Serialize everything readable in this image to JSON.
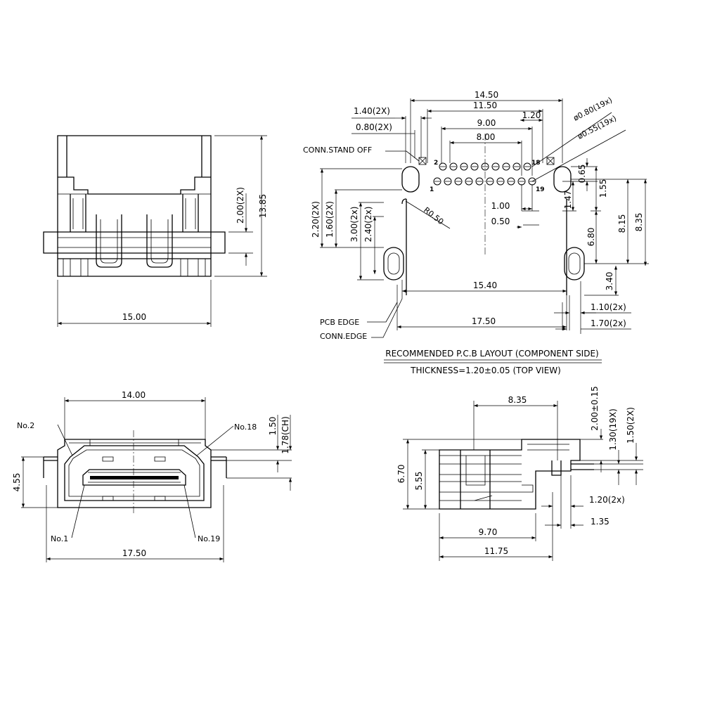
{
  "top_left_view": {
    "width": "15.00",
    "height": "13.85",
    "pitch": "2.00(2X)"
  },
  "pcb_layout": {
    "width_overall": "14.50",
    "width_inner": "11.50",
    "pin_span_a": "9.00",
    "pin_span_b": "8.00",
    "pin_offset": "1.20",
    "hole_a": "1.40(2X)",
    "hole_b": "0.80(2X)",
    "drill_a": "ø0.80(19x)",
    "drill_b": "ø0.55(19x)",
    "standoff": "CONN.STAND OFF",
    "pin_label_2": "2",
    "pin_label_1": "1",
    "pin_label_18": "18",
    "pin_label_19": "19",
    "radius": "R0.50",
    "pitch_a": "1.00",
    "pitch_b": "0.50",
    "left_v1": "2.20(2X)",
    "left_v2": "1.60(2X)",
    "left_v3": "3.00(2x)",
    "left_v4": "2.40(2x)",
    "right_v1": "0.65",
    "right_v2": "1.47",
    "right_v3": "1.55",
    "right_v4": "6.80",
    "right_v5": "8.15",
    "right_v6": "8.35",
    "right_v7": "3.40",
    "span_15_40": "15.40",
    "span_17_50": "17.50",
    "slot_a": "1.10(2x)",
    "slot_b": "1.70(2x)",
    "pcb_edge": "PCB EDGE",
    "conn_edge": "CONN.EDGE",
    "caption_1": "RECOMMENDED P.C.B LAYOUT (COMPONENT SIDE)",
    "caption_2": "THICKNESS=1.20±0.05 (TOP VIEW)"
  },
  "front_view": {
    "width_top": "14.00",
    "width_bottom": "17.50",
    "height": "4.55",
    "no2": "No.2",
    "no18": "No.18",
    "no1": "No.1",
    "no19": "No.19",
    "dim_1_50": "1.50",
    "dim_ch": "1.78(CH)"
  },
  "side_view": {
    "top_width": "8.35",
    "h_total": "6.70",
    "h_inner": "5.55",
    "v_a": "2.00±0.15",
    "v_b": "1.30(19X)",
    "v_c": "1.50(2X)",
    "h_a": "1.20(2x)",
    "h_b": "1.35",
    "w_a": "9.70",
    "w_b": "11.75"
  }
}
